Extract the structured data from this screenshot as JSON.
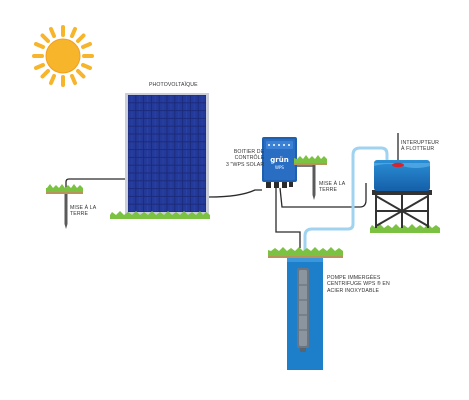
{
  "labels": {
    "photovoltaic": "PHOTOVOLTAÏQUE",
    "controller": [
      "BOITIER DE",
      "CONTRÔLE",
      "3 \"WPS SOLAR"
    ],
    "ground_left": [
      "MISE À LA",
      "TERRE"
    ],
    "ground_right": [
      "MISE À LA",
      "TERRE"
    ],
    "float_switch": [
      "INTERUPTEUR",
      "À FLOTTEUR"
    ],
    "pump": [
      "POMPE IMMERGÉES",
      "CENTRIFUGE WPS ® EN",
      "ACIER INOXYDABLE"
    ]
  },
  "controller_brand": [
    "grün",
    "WPS"
  ],
  "colors": {
    "sun": "#f7b52b",
    "panel": "#1b2a7a",
    "grass": "#7cc242",
    "water": "#1d7fc9",
    "pipe": "#9fd3f0",
    "cable": "#2b2b2b",
    "controller": "#1f5fb0"
  }
}
